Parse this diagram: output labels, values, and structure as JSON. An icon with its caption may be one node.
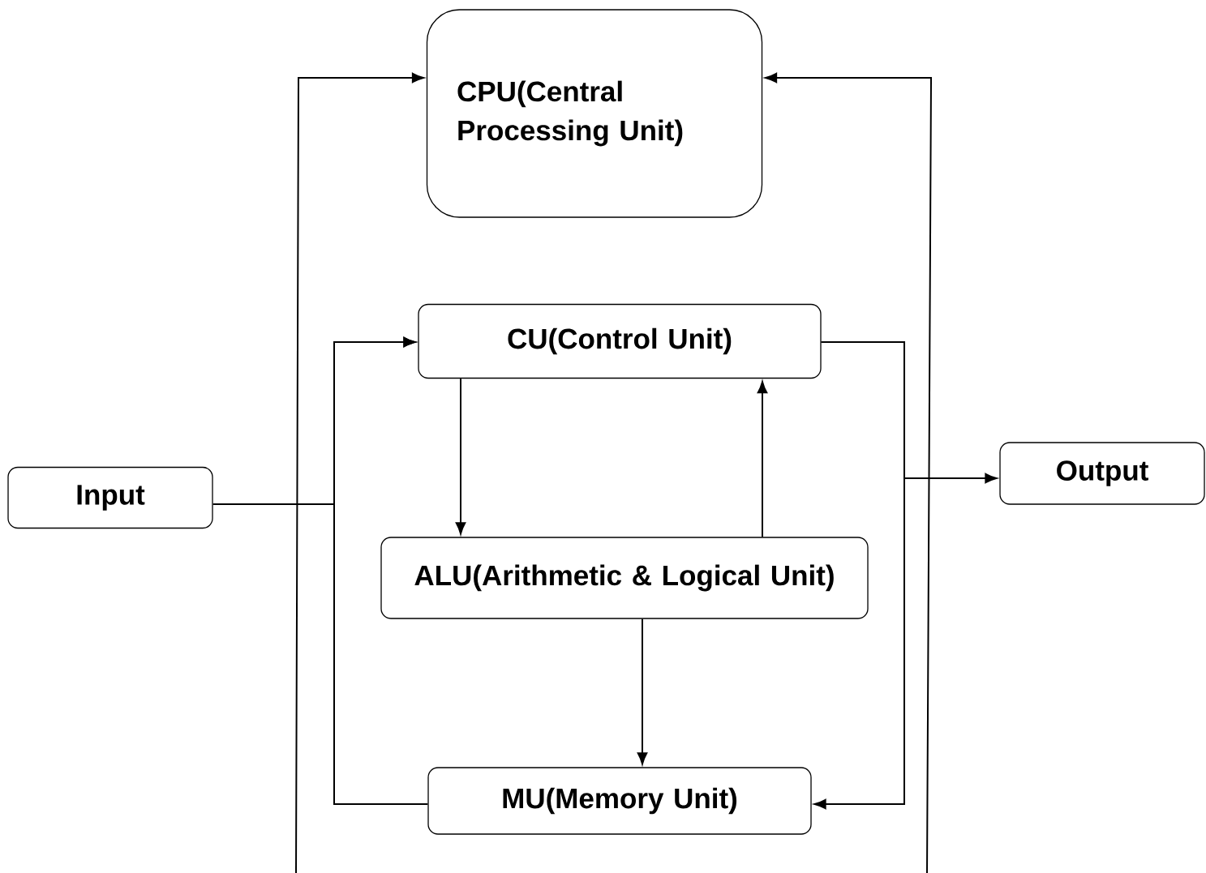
{
  "diagram": {
    "nodes": [
      {
        "text": [
          "CPU(Central Processing Unit)"
        ]
      },
      {
        "text": [
          "CU(Control Unit)"
        ]
      },
      {
        "text": [
          "Input"
        ]
      },
      {
        "text": [
          "Output"
        ]
      },
      {
        "text": [
          "ALU(Arithmetic & Logical Unit)"
        ]
      },
      {
        "text": [
          "MU(Memory Unit)"
        ]
      }
    ],
    "edges": [
      {
        "from": null,
        "to": 0,
        "arrow": "to"
      },
      {
        "from": null,
        "to": 0,
        "arrow": "to"
      },
      {
        "from": 2,
        "to": 1,
        "arrow": "to"
      },
      {
        "from": 5,
        "to": 1,
        "arrow": "to"
      },
      {
        "from": 1,
        "to": 4,
        "arrow": "to"
      },
      {
        "from": 4,
        "to": 1,
        "arrow": "to"
      },
      {
        "from": 4,
        "to": 5,
        "arrow": "to"
      },
      {
        "from": 1,
        "to": 5,
        "arrow": "to"
      },
      {
        "from": 1,
        "to": 3,
        "arrow": "to"
      }
    ]
  }
}
